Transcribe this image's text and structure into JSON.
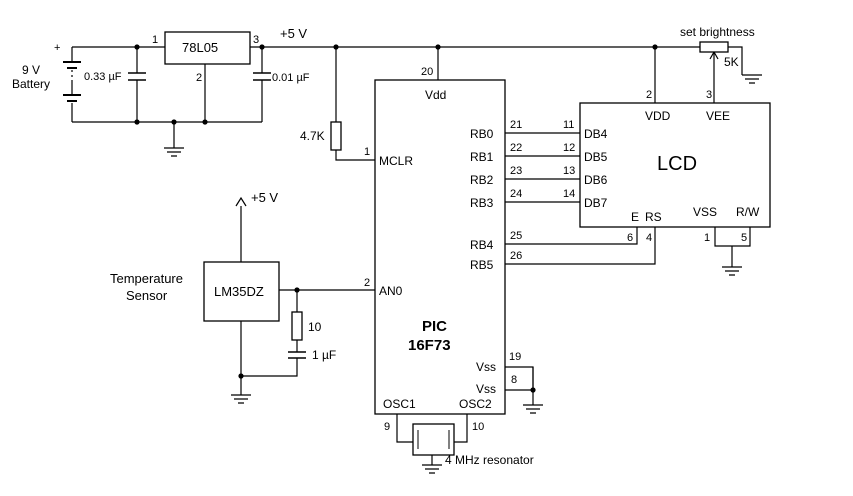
{
  "regulator": {
    "name": "78L05",
    "pin_in": "1",
    "pin_gnd": "2",
    "pin_out": "3"
  },
  "supply": {
    "rail": "+5 V",
    "plus": "+",
    "battery_voltage": "9 V",
    "battery_label": "Battery",
    "cap_in": "0.33 µF",
    "cap_out": "0.01 µF"
  },
  "pot": {
    "title": "set brightness",
    "value": "5K"
  },
  "mclr_resistor": "4.7K",
  "sensor": {
    "title_line1": "Temperature",
    "title_line2": "Sensor",
    "name": "LM35DZ",
    "supply": "+5 V",
    "resistor": "10",
    "cap": "1 µF"
  },
  "pic": {
    "name_line1": "PIC",
    "name_line2": "16F73",
    "vdd_label": "Vdd",
    "vdd_pin": "20",
    "mclr_label": "MCLR",
    "mclr_pin": "1",
    "an0_label": "AN0",
    "an0_pin": "2",
    "rb_pins": [
      {
        "label": "RB0",
        "pin": "21"
      },
      {
        "label": "RB1",
        "pin": "22"
      },
      {
        "label": "RB2",
        "pin": "23"
      },
      {
        "label": "RB3",
        "pin": "24"
      },
      {
        "label": "RB4",
        "pin": "25"
      },
      {
        "label": "RB5",
        "pin": "26"
      }
    ],
    "vss_label": "Vss",
    "vss_pin_a": "19",
    "vss_pin_b": "8",
    "osc1_label": "OSC1",
    "osc1_pin": "9",
    "osc2_label": "OSC2",
    "osc2_pin": "10"
  },
  "lcd": {
    "title": "LCD",
    "vdd_label": "VDD",
    "vdd_pin": "2",
    "vee_label": "VEE",
    "vee_pin": "3",
    "data_pins": [
      {
        "label": "DB4",
        "pin": "11"
      },
      {
        "label": "DB5",
        "pin": "12"
      },
      {
        "label": "DB6",
        "pin": "13"
      },
      {
        "label": "DB7",
        "pin": "14"
      }
    ],
    "e_label": "E",
    "e_pin": "6",
    "rs_label": "RS",
    "rs_pin": "4",
    "vss_label": "VSS",
    "vss_pin": "1",
    "rw_label": "R/W",
    "rw_pin": "5"
  },
  "resonator": "4 MHz resonator"
}
